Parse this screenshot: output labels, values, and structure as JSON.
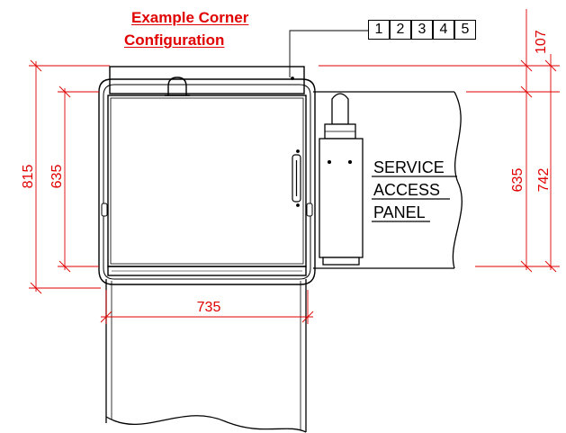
{
  "title": {
    "line1": "Example Corner",
    "line2": "Configuration"
  },
  "index_boxes": [
    "1",
    "2",
    "3",
    "4",
    "5"
  ],
  "dimensions": {
    "top_right": "107",
    "right_outer": "742",
    "right_inner": "635",
    "left_outer": "815",
    "left_inner": "635",
    "bottom_width": "735"
  },
  "panel_label": [
    "SERVICE",
    "ACCESS",
    "PANEL"
  ],
  "colors": {
    "dimension": "#e00000",
    "drawing": "#000000",
    "background": "#ffffff"
  }
}
